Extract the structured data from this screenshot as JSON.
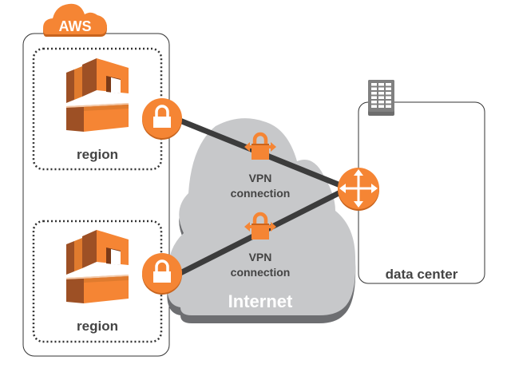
{
  "aws_badge": {
    "label": "AWS",
    "icon": "cloud-icon"
  },
  "regions": [
    {
      "label": "region",
      "icon": "region-icon",
      "gateway_icon": "lock-icon"
    },
    {
      "label": "region",
      "icon": "region-icon",
      "gateway_icon": "lock-icon"
    }
  ],
  "internet": {
    "label": "Internet",
    "icon": "cloud-icon"
  },
  "vpn_connections": [
    {
      "label_line1": "VPN",
      "label_line2": "connection",
      "icon": "vpn-lock-icon"
    },
    {
      "label_line1": "VPN",
      "label_line2": "connection",
      "icon": "vpn-lock-icon"
    }
  ],
  "data_center": {
    "label": "data center",
    "icon": "building-icon",
    "router_icon": "router-icon"
  },
  "colors": {
    "aws_orange": "#F58534",
    "orange_shadow": "#C8641E",
    "region_dark": "#9D5025",
    "region_mid": "#E07B2E",
    "cloud_gray": "#C7C8CA",
    "cloud_shadow": "#6D6E71",
    "line_dark": "#3C3C3C",
    "text_gray": "#444444",
    "building_gray": "#7A7A7A"
  }
}
